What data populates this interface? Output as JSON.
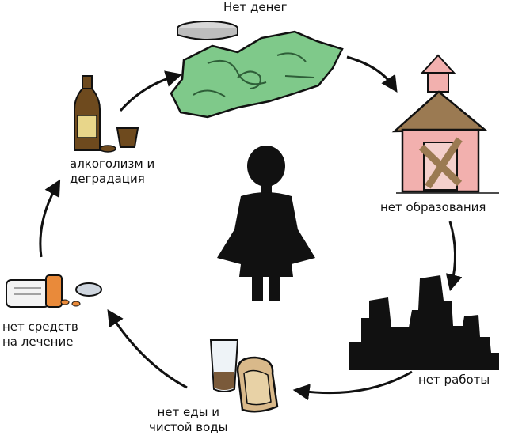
{
  "nodes": {
    "money": {
      "label": "Нет денег"
    },
    "education": {
      "label": "нет образования"
    },
    "work": {
      "label": "нет работы"
    },
    "food": {
      "line1": "нет еды и",
      "line2": "чистой воды"
    },
    "treatment": {
      "line1": "нет средств",
      "line2": "на лечение"
    },
    "alcohol": {
      "line1": "алкоголизм и",
      "line2": "деградация"
    }
  },
  "colors": {
    "ink": "#111111",
    "money_green": "#7fc98a",
    "house_pink": "#f2b0ae",
    "roof_brown": "#9b7a52",
    "bottle_brown": "#6e4a1e",
    "bottle_label": "#e8d68a",
    "bread": "#d9b98a",
    "pill_orange": "#e98a3a"
  },
  "icons": [
    "coin-icon",
    "banknote-icon",
    "school-house-icon",
    "city-skyline-icon",
    "bread-glass-icon",
    "pill-bottle-icon",
    "liquor-bottle-icon",
    "woman-figure-icon"
  ]
}
